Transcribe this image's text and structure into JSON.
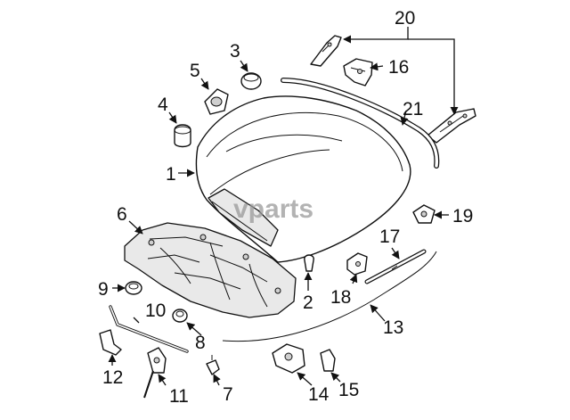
{
  "watermark": "vparts",
  "callouts": {
    "p1": "1",
    "p2": "2",
    "p3": "3",
    "p4": "4",
    "p5": "5",
    "p6": "6",
    "p7": "7",
    "p8": "8",
    "p9": "9",
    "p10": "10",
    "p11": "11",
    "p12": "12",
    "p13": "13",
    "p14": "14",
    "p15": "15",
    "p16": "16",
    "p17": "17",
    "p18": "18",
    "p19": "19",
    "p20": "20",
    "p21": "21"
  }
}
